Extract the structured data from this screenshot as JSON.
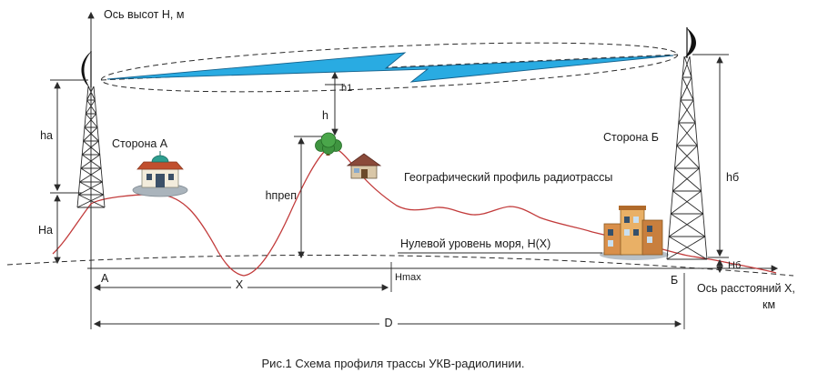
{
  "diagram": {
    "axes": {
      "height_label": "Ось высот H, м",
      "distance_label_line1": "Ось расстояний X,",
      "distance_label_line2": "км"
    },
    "stations": {
      "side_a": "Сторона А",
      "side_b": "Сторона Б",
      "point_a": "А",
      "point_b": "Б"
    },
    "dimensions": {
      "h1": "h1",
      "h": "h",
      "h_prep": "hпреп",
      "ha": "ha",
      "Ha": "Ha",
      "hb": "hб",
      "Hb": "Нб",
      "x": "X",
      "hmax": "Hmax",
      "d": "D"
    },
    "annotations": {
      "profile": "Географический профиль радиотрассы",
      "sea_level": "Нулевой уровень моря, H(X)"
    },
    "colors": {
      "terrain_profile": "#c23b3b",
      "lightning_bolt": "#29abe2"
    }
  },
  "caption": "Рис.1 Схема профиля трассы УКВ-радиолинии."
}
